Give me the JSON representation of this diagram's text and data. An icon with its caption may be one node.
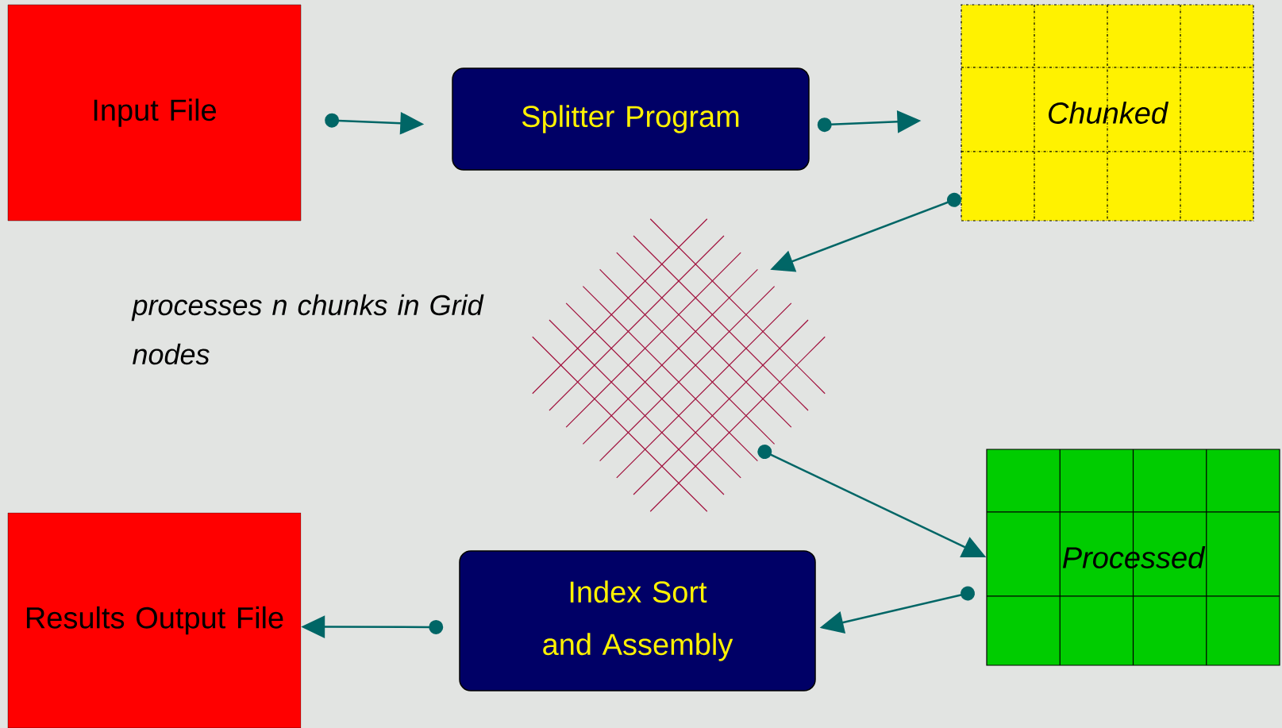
{
  "diagram": {
    "nodes": [
      {
        "text": [
          "Input File"
        ]
      },
      {
        "text": [
          "Splitter Program"
        ]
      },
      {
        "text": [
          "Chunked"
        ]
      },
      {
        "text": [],
        "shape": "picture",
        "beside": [
          "processes n chunks in Grid nodes"
        ]
      },
      {
        "text": [
          "Processed"
        ]
      },
      {
        "text": [
          "Index Sort and Assembly"
        ]
      },
      {
        "text": [
          "Results Output File"
        ]
      }
    ],
    "edges": [
      {
        "from": 0,
        "to": 1,
        "arrow": "to"
      },
      {
        "from": 1,
        "to": 2,
        "arrow": "to"
      },
      {
        "from": 2,
        "to": 3,
        "arrow": "to"
      },
      {
        "from": 3,
        "to": 4,
        "arrow": "to"
      },
      {
        "from": 4,
        "to": 5,
        "arrow": "to"
      },
      {
        "from": 5,
        "to": 6,
        "arrow": "to"
      }
    ]
  }
}
